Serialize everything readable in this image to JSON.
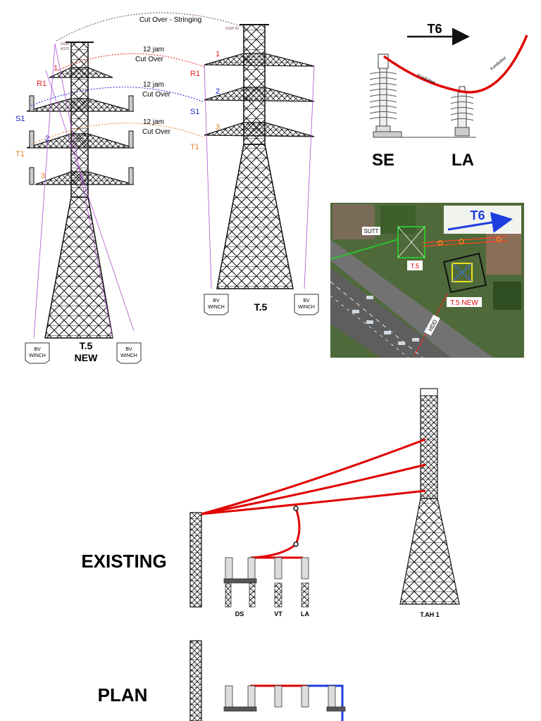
{
  "colors": {
    "phase_r": "#e02020",
    "phase_s": "#2020d0",
    "phase_t": "#e88020",
    "gsw": "#7a4a4a",
    "guide": "#b050d0",
    "steel": "#111111",
    "conductor": "#e00000",
    "arrow_blue": "#1e3ee0"
  },
  "top_panel": {
    "gsw_left": "GSW",
    "gsw_left_size": "AS70",
    "gsw_right": "GSW 55",
    "arcs": [
      {
        "label": "Cut Over - Stringing",
        "sub": ""
      },
      {
        "label": "12 jam",
        "sub": "Cut Over"
      },
      {
        "label": "12 jam",
        "sub": "Cut Over"
      },
      {
        "label": "12 jam",
        "sub": "Cut Over"
      }
    ],
    "left_phases": [
      {
        "name": "R1",
        "num": "1"
      },
      {
        "name": "S1",
        "num": "2"
      },
      {
        "name": "T1",
        "num": "3"
      }
    ],
    "right_phases": [
      {
        "name": "R1",
        "num": "1"
      },
      {
        "name": "S1",
        "num": "2"
      },
      {
        "name": "T1",
        "num": "3"
      }
    ],
    "winch_line1": "BV",
    "winch_line2": "WINCH",
    "tower_new_label_line1": "T.5",
    "tower_new_label_line2": "NEW",
    "tower_old_label": "T.5"
  },
  "se_la_panel": {
    "direction_label": "T6",
    "conductor_label_1": "Konduktor",
    "conductor_label_2": "Konduktor",
    "left_label": "SE",
    "right_label": "LA"
  },
  "aerial_panel": {
    "direction_label": "T6",
    "sutt_label": "SUTT",
    "t5_label": "T.5",
    "t5_new_label": "T.5 NEW",
    "hdd_label": "HDD"
  },
  "existing_panel": {
    "title": "EXISTING",
    "equipment": [
      "DS",
      "VT",
      "LA"
    ],
    "tower_label": "T.AH 1"
  },
  "plan_panel": {
    "title": "PLAN"
  }
}
